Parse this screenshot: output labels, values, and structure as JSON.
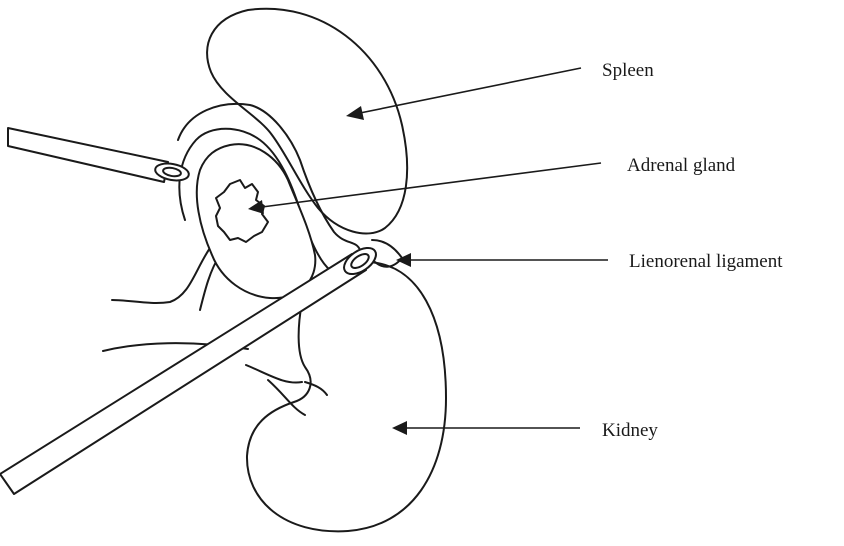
{
  "labels": {
    "spleen": "Spleen",
    "adrenal": "Adrenal gland",
    "ligament": "Lienorenal ligament",
    "kidney": "Kidney"
  },
  "colors": {
    "stroke": "#1a1a1a",
    "background": "#ffffff"
  }
}
